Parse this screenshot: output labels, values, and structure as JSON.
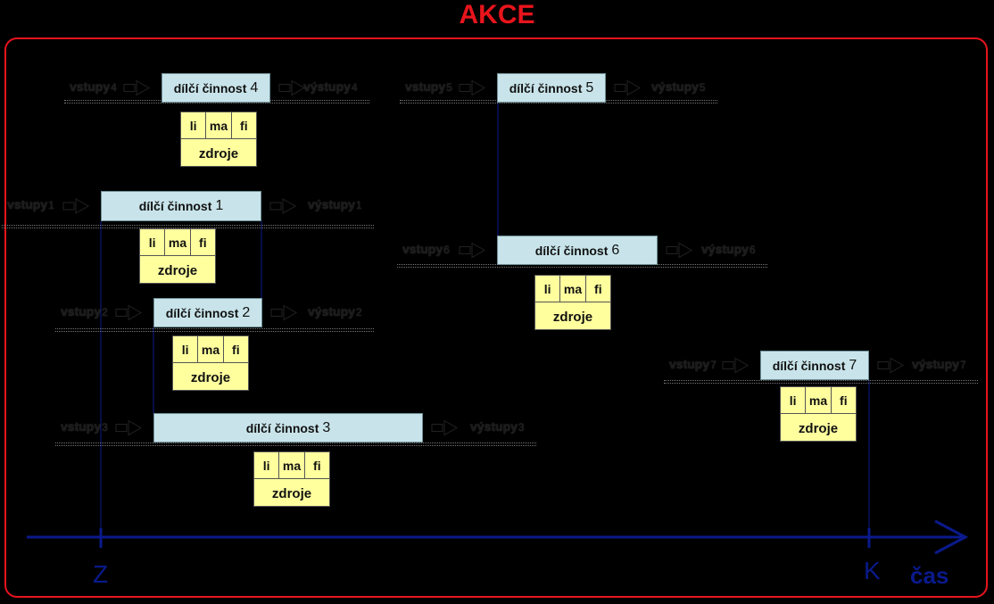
{
  "title": "AKCE",
  "axis": {
    "start_label": "Z",
    "end_label": "K",
    "time_label": "čas"
  },
  "resource_labels": {
    "li": "li",
    "ma": "ma",
    "fi": "fi",
    "zdroje": "zdroje"
  },
  "activity_label": "dílčí činnost",
  "input_label": "vstupy",
  "output_label": "výstupy",
  "activities": [
    {
      "num": "1"
    },
    {
      "num": "2"
    },
    {
      "num": "3"
    },
    {
      "num": "4"
    },
    {
      "num": "5"
    },
    {
      "num": "6"
    },
    {
      "num": "7"
    }
  ]
}
